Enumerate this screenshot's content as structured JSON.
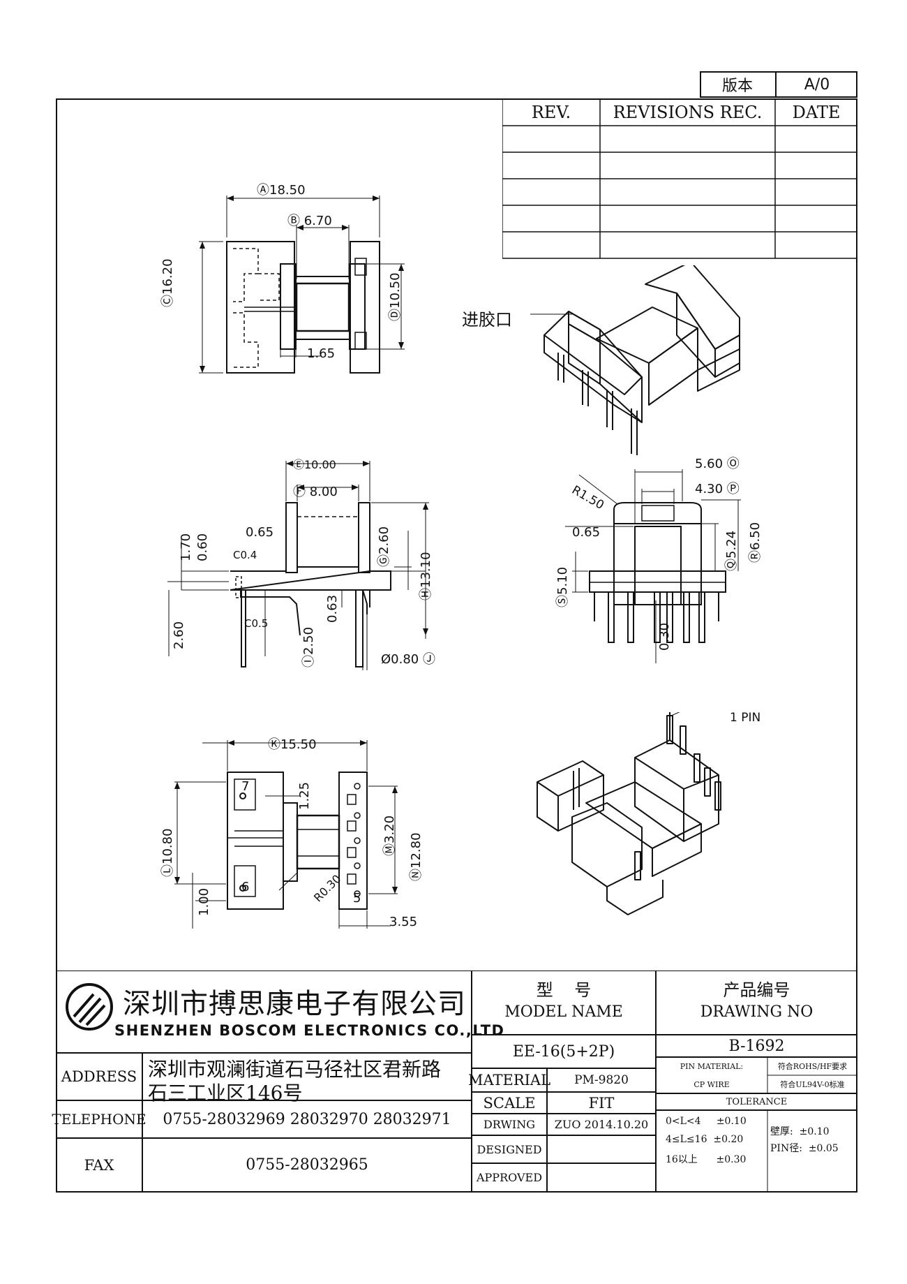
{
  "version_box": {
    "label": "版本",
    "value": "A/0"
  },
  "revision_table": {
    "headers": {
      "rev": "REV.",
      "rec": "REVISIONS REC.",
      "date": "DATE"
    },
    "rows": [
      [
        "",
        "",
        ""
      ],
      [
        "",
        "",
        ""
      ],
      [
        "",
        "",
        ""
      ],
      [
        "",
        "",
        ""
      ],
      [
        "",
        "",
        ""
      ]
    ]
  },
  "annotations": {
    "gate": "进胶口",
    "pin1": "1 PIN"
  },
  "dims_top": {
    "a": "Ⓐ18.50",
    "b": "Ⓑ 6.70",
    "c": "Ⓒ16.20",
    "d": "Ⓓ10.50",
    "w": "1.65"
  },
  "dims_side": {
    "e": "Ⓔ10.00",
    "f": "Ⓕ 8.00",
    "t065": "0.65",
    "t170": "1.70",
    "t060": "0.60",
    "c04": "C0.4",
    "g": "Ⓖ2.60",
    "h": "Ⓗ13.10",
    "c05": "C0.5",
    "t063": "0.63",
    "t260": "2.60",
    "i": "Ⓘ2.50",
    "j": "Ø0.80 Ⓙ"
  },
  "dims_front": {
    "o": "5.60 Ⓞ",
    "p": "4.30 Ⓟ",
    "r150": "R1.50",
    "t065": "0.65",
    "q": "Ⓠ5.24",
    "r": "Ⓡ6.50",
    "s": "Ⓢ5.10",
    "t030": "0.30"
  },
  "dims_bottom": {
    "k": "Ⓚ15.50",
    "l": "Ⓛ10.80",
    "t125": "1.25",
    "m": "Ⓜ3.20",
    "n": "Ⓝ12.80",
    "r030": "R0.30",
    "t100": "1.00",
    "t355": "3.55",
    "p7": "7",
    "p6": "6",
    "p5": "5"
  },
  "title_block": {
    "company_cn": "深圳市搏思康电子有限公司",
    "company_en": "SHENZHEN BOSCOM ELECTRONICS CO.,LTD",
    "model_cn": "型    号",
    "model_en": "MODEL NAME",
    "drawing_cn": "产品编号",
    "drawing_en": "DRAWING NO",
    "model_value": "EE-16(5+2P)",
    "drawing_value": "B-1692",
    "address_label": "ADDRESS",
    "address_line1": "深圳市观澜街道石马径社区君新路",
    "address_line2": "石三工业区146号",
    "telephone_label": "TELEPHONE",
    "telephone_value": "0755-28032969 28032970 28032971",
    "fax_label": "FAX",
    "fax_value": "0755-28032965",
    "material_label": "MATERIAL",
    "material_value": "PM-9820",
    "scale_label": "SCALE",
    "scale_value": "FIT",
    "drwing_label": "DRWING",
    "drwing_value": "ZUO 2014.10.20",
    "designed_label": "DESIGNED",
    "designed_value": "",
    "approved_label": "APPROVED",
    "approved_value": "",
    "pin_material_label": "PIN MATERIAL:",
    "pin_material_value": "符合ROHS/HF要求",
    "cp_wire_label": "CP WIRE",
    "cp_wire_value": "符合UL94V-0标准",
    "tolerance_label": "TOLERANCE",
    "tol1": "0<L<4     ±0.10",
    "tol2": "4≤L≤16  ±0.20",
    "tol3": "16以上      ±0.30",
    "wall": "壁厚:  ±0.10",
    "pin_dia": "PIN径:  ±0.05"
  }
}
